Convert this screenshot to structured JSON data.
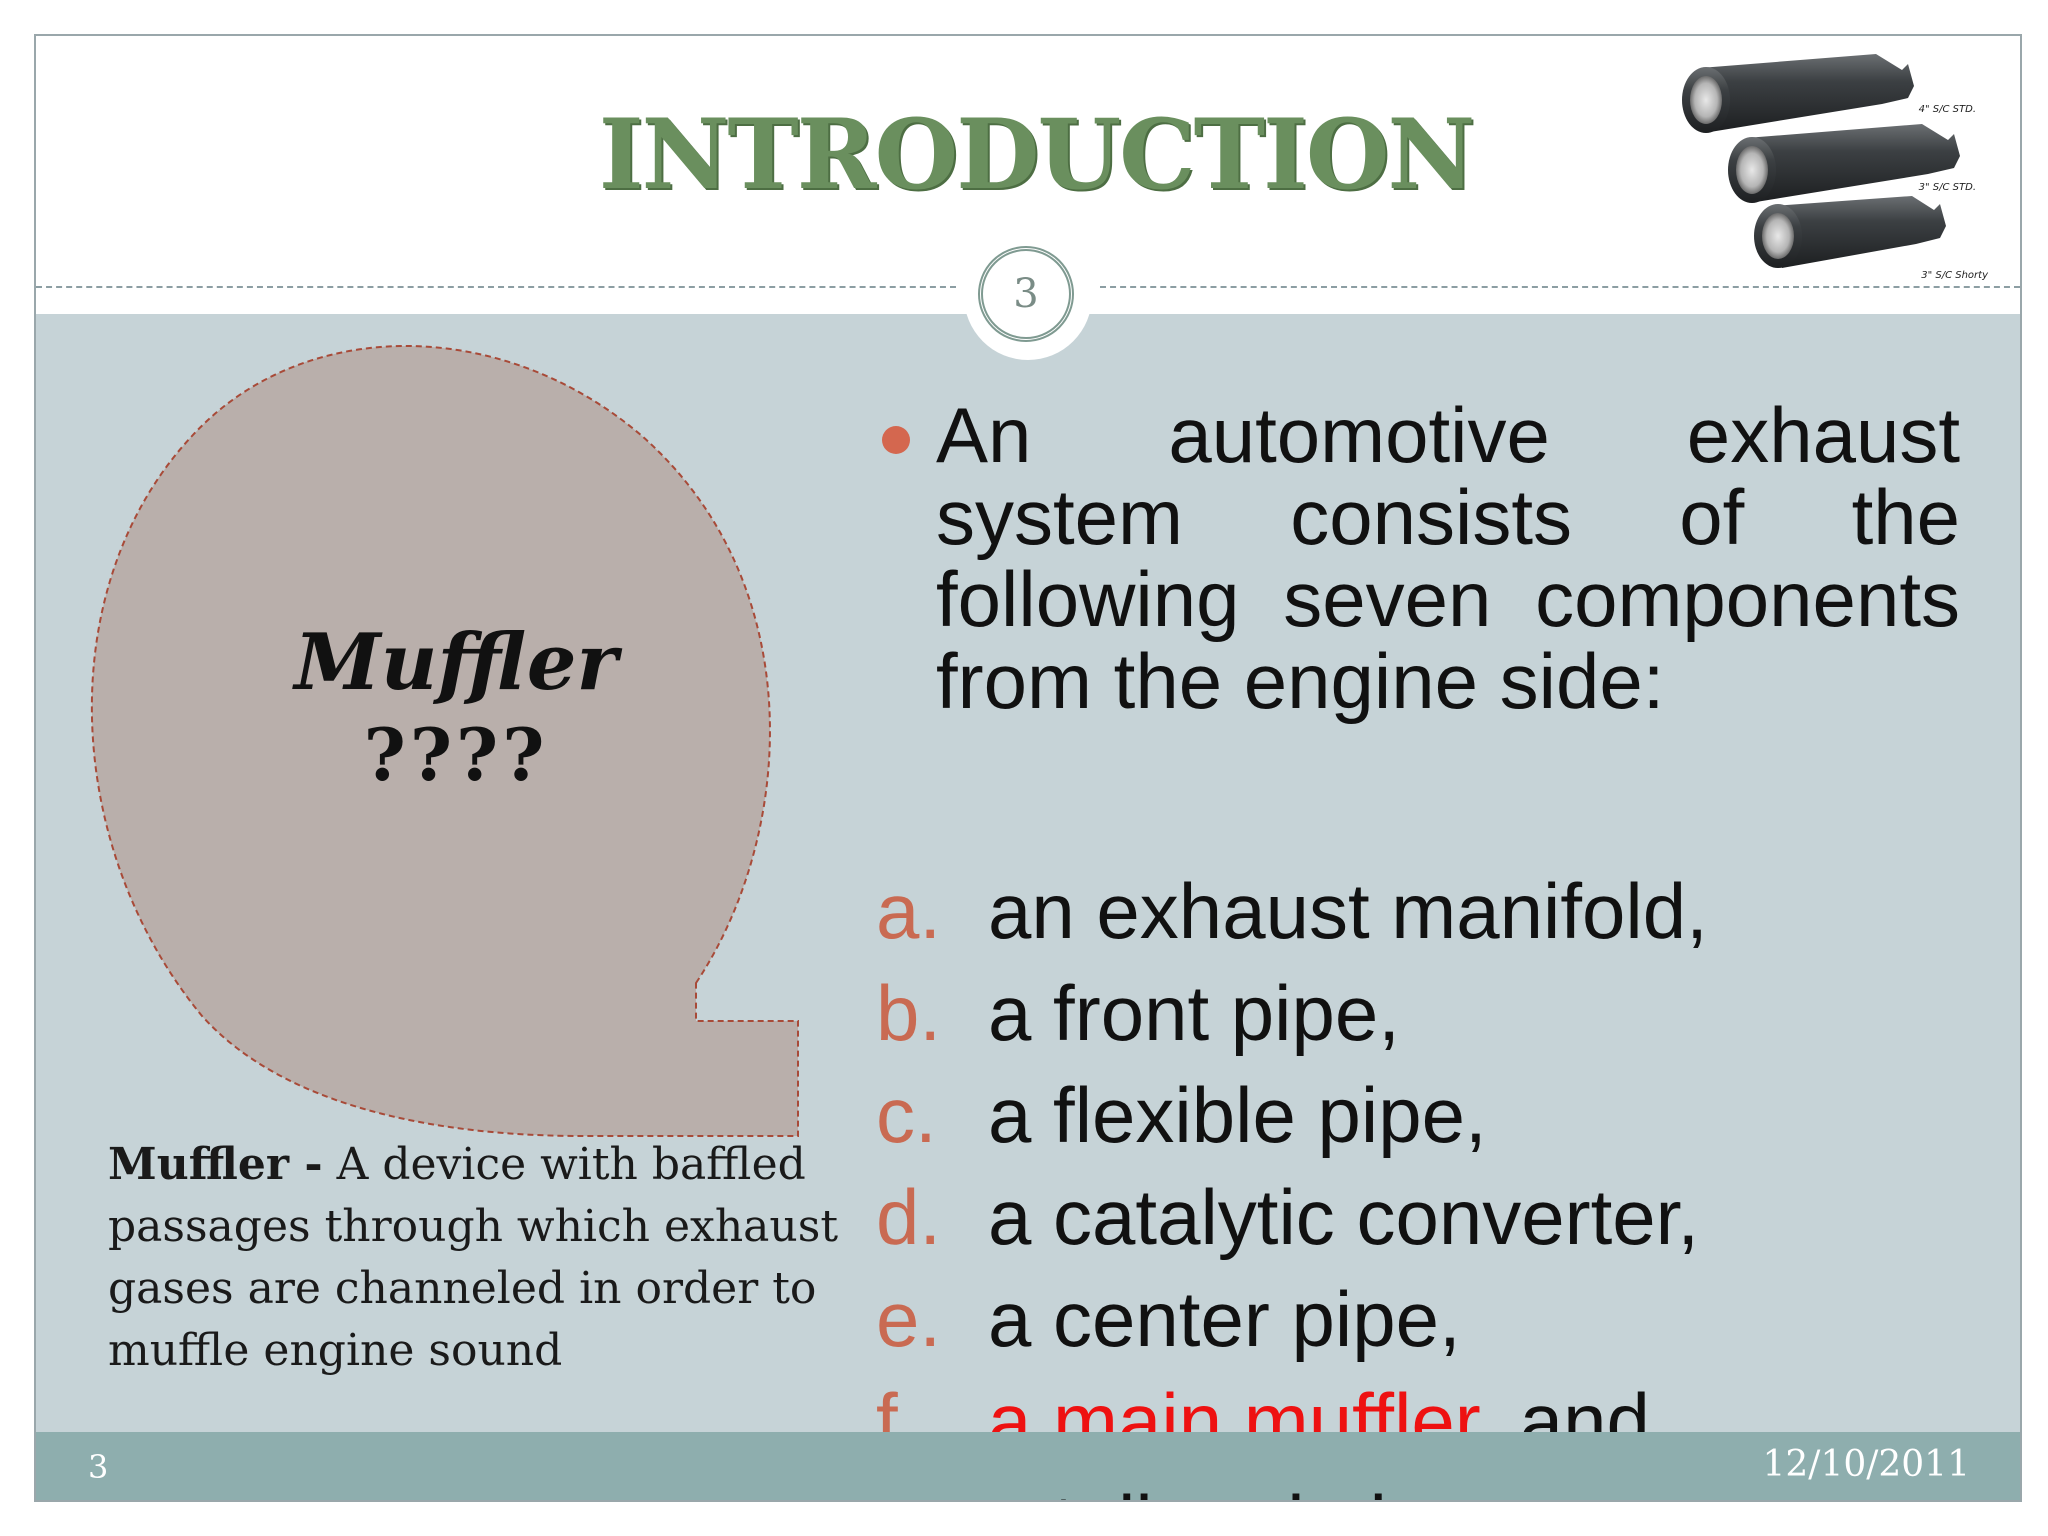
{
  "slide": {
    "title": "INTRODUCTION",
    "page_badge": "3"
  },
  "image": {
    "labels": [
      "4\" S/C STD.",
      "3\" S/C STD.",
      "3\" S/C Shorty"
    ]
  },
  "bubble": {
    "title": "Muffler",
    "subtitle": "????"
  },
  "definition": {
    "term": "Muffler -",
    "text": " A device with baffled passages through which exhaust gases are channeled in order to muffle engine sound"
  },
  "content": {
    "intro": "An automotive exhaust system consists of the following seven components from the engine side:",
    "items": [
      {
        "letter": "a.",
        "text": "an exhaust manifold,"
      },
      {
        "letter": "b.",
        "text": "a front pipe,"
      },
      {
        "letter": "c.",
        "text": "a flexible pipe,"
      },
      {
        "letter": "d.",
        "text": "a catalytic converter,"
      },
      {
        "letter": "e.",
        "text": "a center pipe,"
      },
      {
        "letter": "f.",
        "highlight": "a main muffler",
        "text": ", and"
      },
      {
        "letter": "g.",
        "text": "a tail end pipe."
      }
    ]
  },
  "footer": {
    "page_number": "3",
    "date": "12/10/2011"
  },
  "colors": {
    "title_green": "#6a8f5e",
    "body_bg": "#c6d3d7",
    "bubble_fill": "#b9afab",
    "bubble_border": "#a84a38",
    "accent_orange": "#c96a52",
    "highlight_red": "#ee1111",
    "footer_bg": "#8eaeae"
  }
}
